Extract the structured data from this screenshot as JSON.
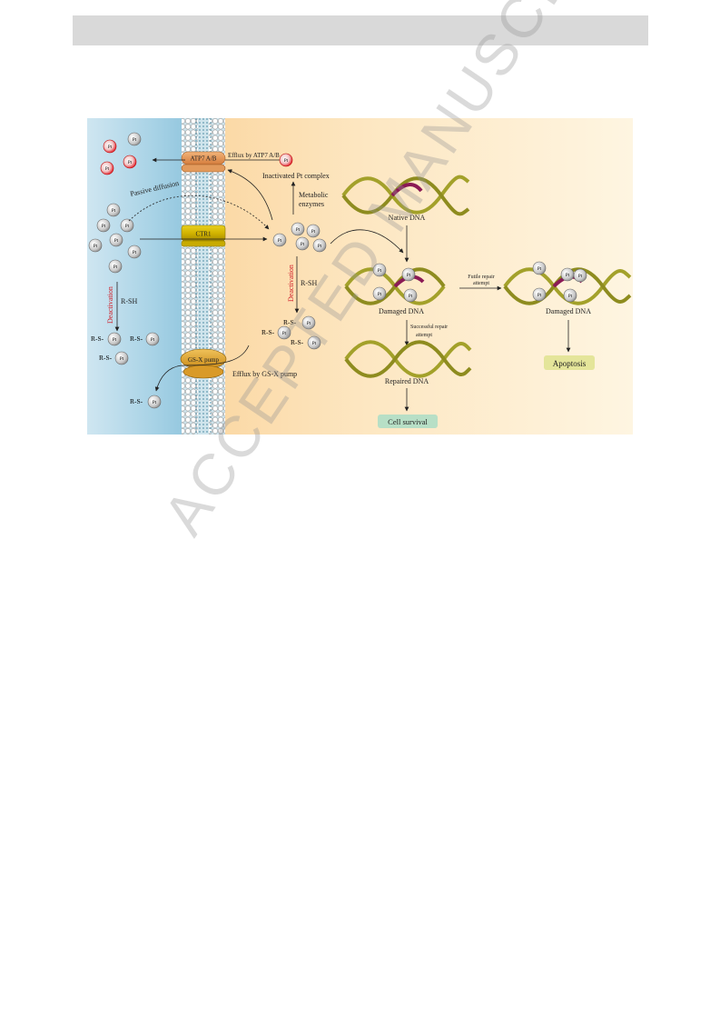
{
  "header": {
    "text": ""
  },
  "watermark": {
    "text": "ACCEPTED MANUSCRIPT"
  },
  "pt_label": "Pt",
  "rs_prefix": "R-S-",
  "membrane": {
    "atp7_label": "ATP7 A/B",
    "ctr1_label": "CTR1",
    "gsx_label": "GS-X pump"
  },
  "labels": {
    "efflux_atp7": "Efflux by ATP7 A/B",
    "inactivated": "Inactivated Pt complex",
    "passive_diffusion": "Passive diffusion",
    "metabolic_line1": "Metabolic",
    "metabolic_line2": "enzymes",
    "deactivation": "Deactivation",
    "rsh": "R-SH",
    "efflux_gsx": "Efflux by GS-X pump",
    "native_dna": "Native DNA",
    "damaged_dna": "Damaged DNA",
    "successful_line1": "Successful repair",
    "successful_line2": "attempt",
    "futile_line1": "Futile repair",
    "futile_line2": "attempt",
    "repaired_dna": "Repaired DNA",
    "cell_survival": "Cell survival",
    "apoptosis": "Apoptosis"
  },
  "colors": {
    "extracellular": "#a9d3e6",
    "intracellular": "#fde7c2",
    "dna_olive": "#a3a12a",
    "dna_magenta": "#8b1a55",
    "pt_red": "#e0101c",
    "cell_survival_box": "#b7dfc6",
    "apoptosis_box": "#e4e59a",
    "deactivation_text": "#d0202a"
  }
}
